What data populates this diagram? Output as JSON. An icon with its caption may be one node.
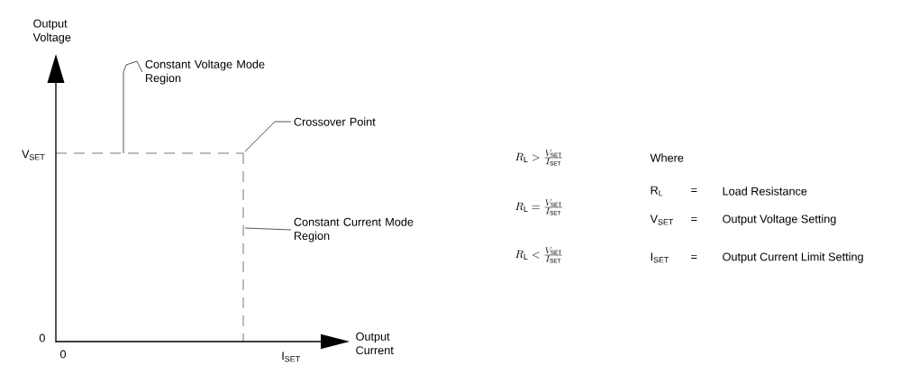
{
  "diagram": {
    "nodes": [
      {
        "text": [
          "Constant Voltage Mode Region"
        ]
      },
      {
        "text": [
          "Crossover Point"
        ]
      },
      {
        "text": [
          "Constant Current Mode Region"
        ]
      }
    ],
    "edges": [
      {
        "from": 0,
        "to": null,
        "arrow": "none"
      },
      {
        "from": 1,
        "to": null,
        "arrow": "none"
      },
      {
        "from": 2,
        "to": null,
        "arrow": "none"
      }
    ],
    "labels": [
      "Output Voltage",
      "V$_{SET}$",
      "0",
      "0",
      "I$_{SET}$",
      "Output Current",
      "R_{\\mathrm{L}} > \\frac{V_{\\mathrm{SET}}}{I_{\\mathrm{SET}}}",
      "R_{\\mathrm{L}} = \\frac{V_{\\mathrm{SET}}}{I_{\\mathrm{SET}}}",
      "R_{\\mathrm{L}} < \\frac{V_{\\mathrm{SET}}}{I_{\\mathrm{SET}}}",
      "Where",
      "R$_{L}$",
      "=",
      "Load Resistance",
      "V$_{SET}$",
      "=",
      "Output Voltage Setting",
      "I$_{SET}$",
      "=",
      "Output Current Limit Setting"
    ]
  }
}
